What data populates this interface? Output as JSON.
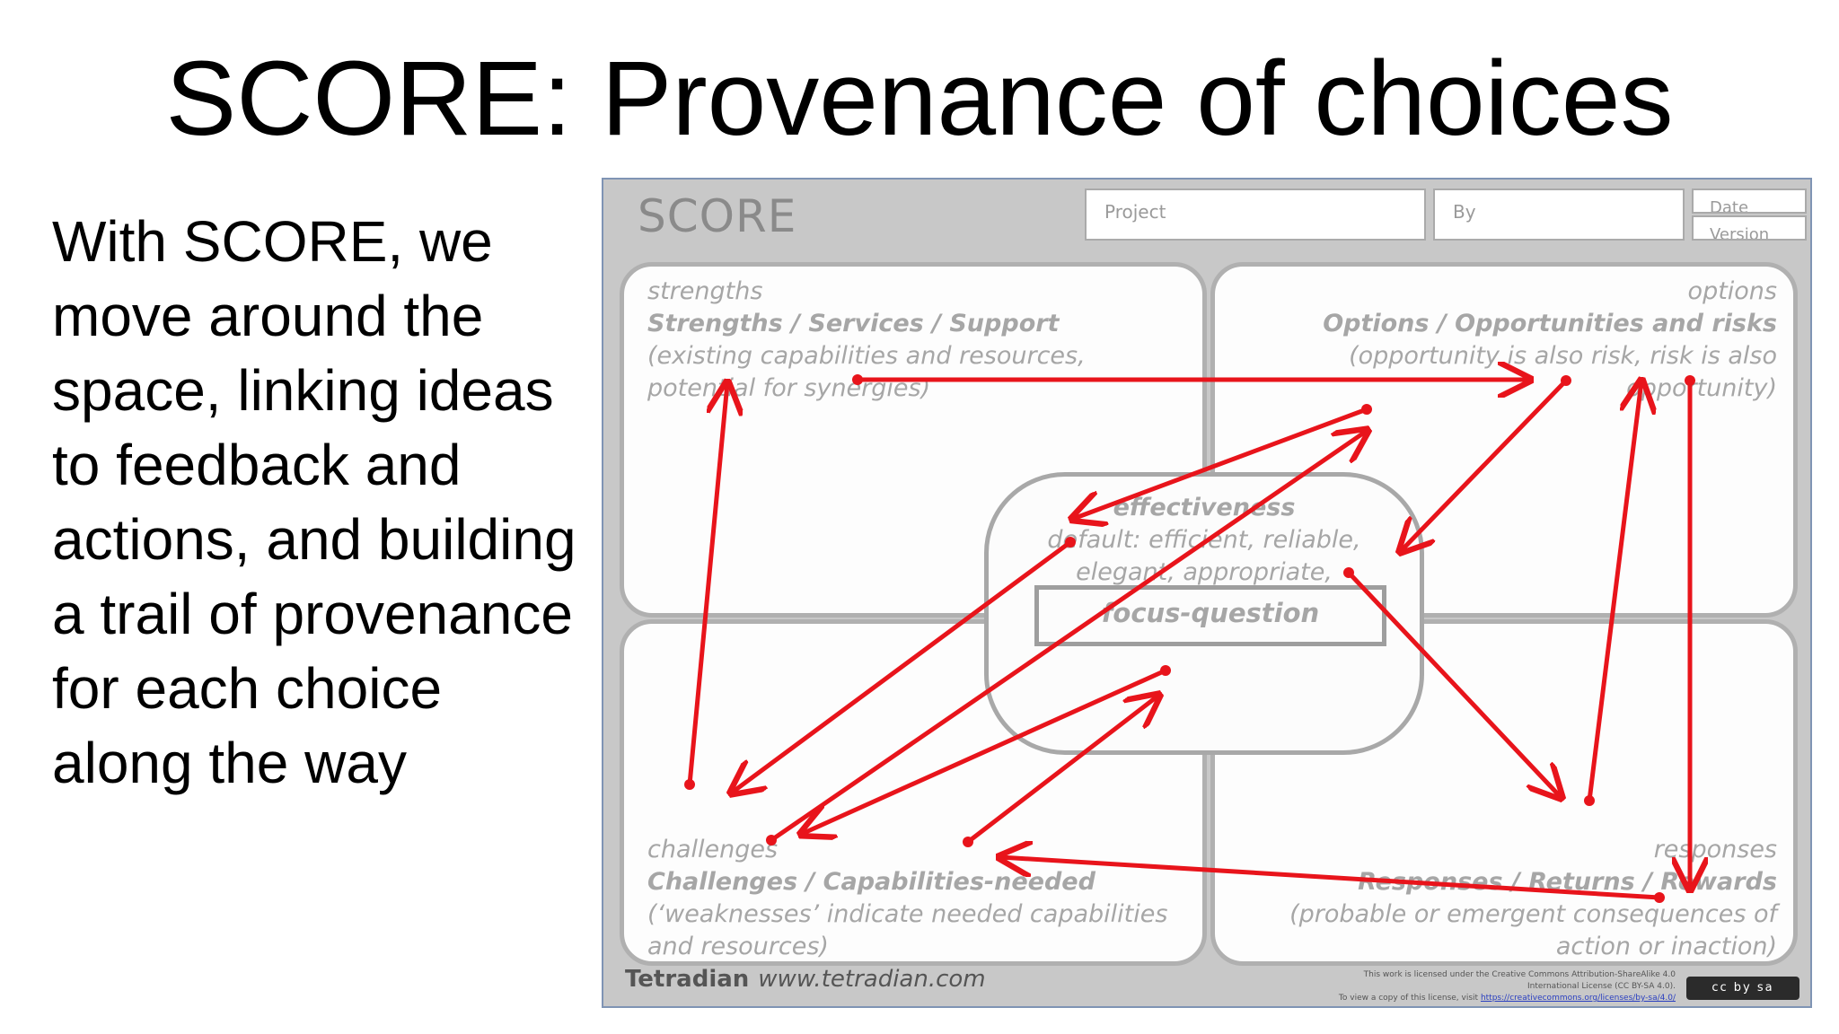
{
  "slide": {
    "title": "SCORE: Provenance of choices",
    "body": "With SCORE, we move around the space, linking ideas to feedback and actions, and building a trail of provenance for each choice along the way"
  },
  "canvas": {
    "logo": "SCORE",
    "fields": {
      "project": "Project",
      "by": "By",
      "date": "Date",
      "version": "Version"
    },
    "quadrants": {
      "strengths": {
        "name": "strengths",
        "heading": "Strengths / Services / Support",
        "description": "(existing capabilities and resources, potential for synergies)"
      },
      "options": {
        "name": "options",
        "heading": "Options / Opportunities and risks",
        "description": "(opportunity is also risk, risk is also opportunity)"
      },
      "challenges": {
        "name": "challenges",
        "heading": "Challenges / Capabilities-needed",
        "description": "(‘weaknesses’ indicate needed capabilities and resources)"
      },
      "responses": {
        "name": "responses",
        "heading": "Responses / Returns / Rewards",
        "description": "(probable or emergent consequences of action or inaction)"
      }
    },
    "center": {
      "name": "effectiveness",
      "description": "default: efficient, reliable, elegant, appropriate, integrated",
      "focus": "focus-question"
    },
    "footer": {
      "brand": "Tetradian",
      "url": "www.tetradian.com",
      "license_line1": "This work is licensed under the Creative Commons Attribution-ShareAlike 4.0",
      "license_line2": "International License (CC BY-SA 4.0).",
      "license_line3": "To view a copy of this license, visit",
      "license_link": "https://creativecommons.org/licenses/by-sa/4.0/",
      "badge": "cc by sa"
    },
    "colors": {
      "arrow": "#e8141b",
      "background": "#c8c8c8",
      "panel": "#fdfdfd",
      "frame_border": "#7f94b4"
    }
  }
}
